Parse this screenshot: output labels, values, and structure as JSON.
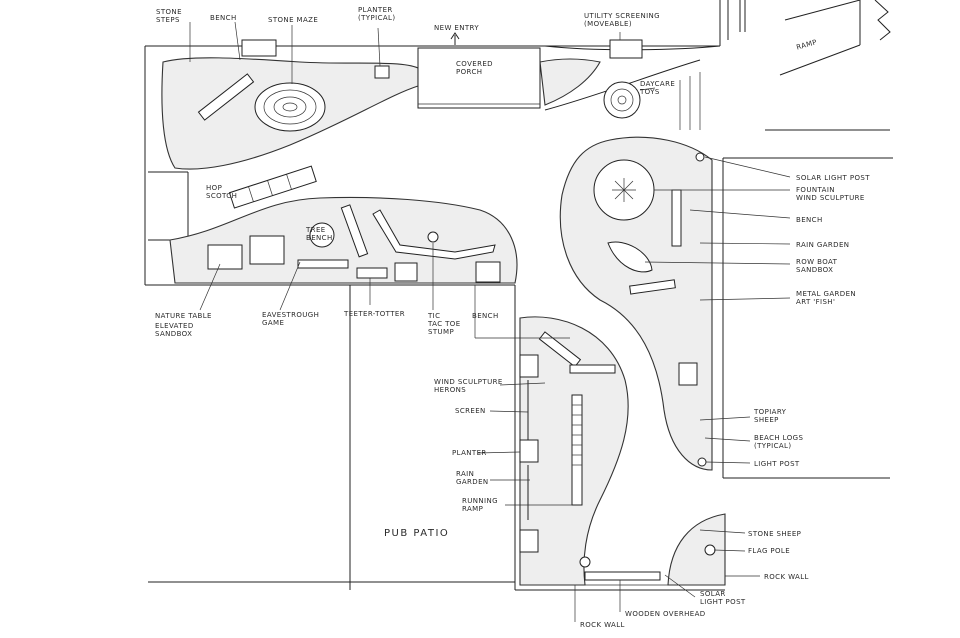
{
  "labels": {
    "stone_steps": "STONE\nSTEPS",
    "bench_top": "BENCH",
    "stone_maze": "STONE MAZE",
    "planter_typical": "PLANTER\n(TYPICAL)",
    "new_entry": "NEW ENTRY",
    "covered_porch": "COVERED\nPORCH",
    "utility_screening": "UTILITY SCREENING\n(MOVEABLE)",
    "ramp": "RAMP",
    "daycare_toys": "DAYCARE\nTOYS",
    "hop_scotch": "HOP\nSCOTCH",
    "tree_bench": "TREE\nBENCH",
    "solar_light_post_right": "SOLAR LIGHT POST",
    "fountain_wind_sculpture": "FOUNTAIN\nWIND SCULPTURE",
    "bench_right": "BENCH",
    "rain_garden_right": "RAIN GARDEN",
    "row_boat_sandbox": "ROW BOAT\nSANDBOX",
    "metal_garden_art": "METAL GARDEN\nART 'FISH'",
    "nature_table": "NATURE TABLE",
    "elevated_sandbox": "ELEVATED\nSANDBOX",
    "eavestrough_game": "EAVESTROUGH\nGAME",
    "teeter_totter": "TEETER-TOTTER",
    "tic_tac_toe_stump": "TIC\nTAC TOE\nSTUMP",
    "bench_mid": "BENCH",
    "wind_sculpture_herons": "WIND SCULPTURE\nHERONS",
    "screen": "SCREEN",
    "planter": "PLANTER",
    "rain_garden_left": "RAIN\nGARDEN",
    "running_ramp": "RUNNING\nRAMP",
    "topiary_sheep": "TOPIARY\nSHEEP",
    "beach_logs": "BEACH LOGS\n(TYPICAL)",
    "light_post": "LIGHT POST",
    "pub_patio": "PUB PATIO",
    "stone_sheep": "STONE SHEEP",
    "flag_pole": "FLAG POLE",
    "rock_wall_right": "ROCK WALL",
    "solar_light_post_bottom": "SOLAR\nLIGHT POST",
    "wooden_overhead": "WOODEN OVERHEAD",
    "rock_wall_bottom": "ROCK WALL"
  }
}
